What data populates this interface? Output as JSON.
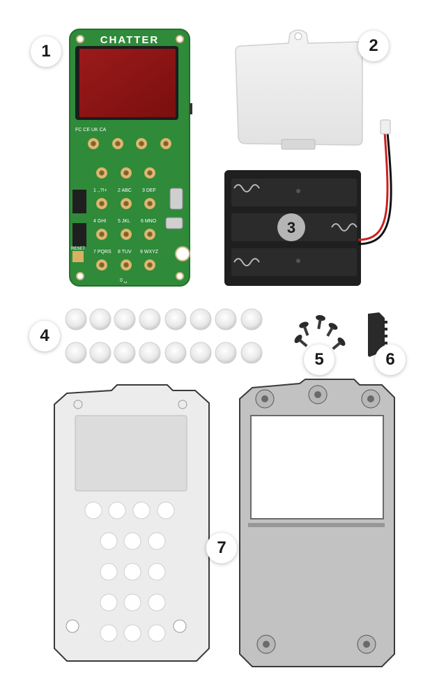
{
  "pcb": {
    "brand": "CHATTER",
    "cert_marks": "FC CE UK CA",
    "reset_label": "RESET",
    "key_labels": [
      "1 .,?!+",
      "2 ABC",
      "3 DEF",
      "4 GHI",
      "5 JKL",
      "6 MNO",
      "7 PQRS",
      "8 TUV",
      "9 WXYZ",
      "0 ␣"
    ]
  },
  "callouts": [
    "1",
    "2",
    "3",
    "4",
    "5",
    "6",
    "7"
  ],
  "colors": {
    "pcb_green": "#2f8a3a",
    "button_gold": "#d9b064",
    "clear_plastic": "#e9eaeb",
    "smoke_plastic": "#8c8c8c",
    "battery_black": "#1f1f1f"
  }
}
